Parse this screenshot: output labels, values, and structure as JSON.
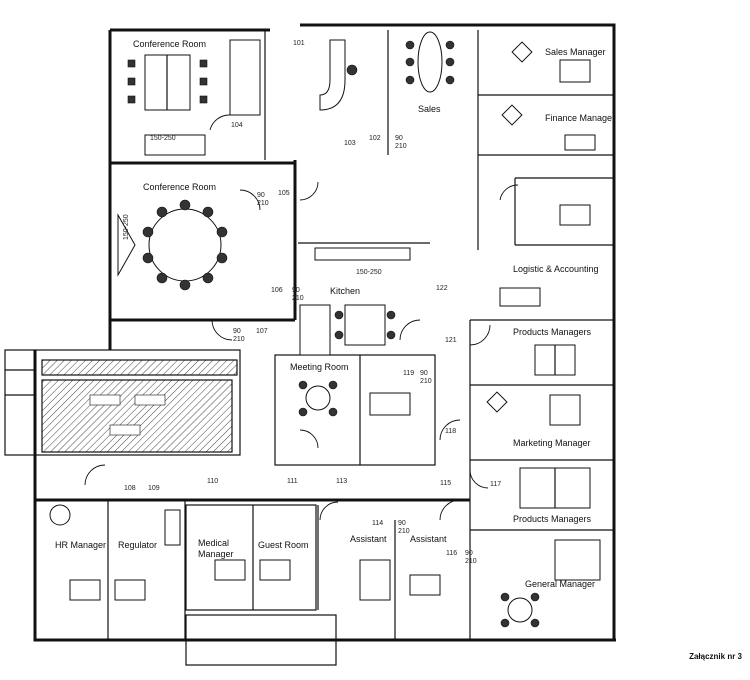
{
  "rooms": {
    "conference_room_1": "Conference Room",
    "conference_room_2": "Conference Room",
    "sales": "Sales",
    "sales_manager": "Sales Manager",
    "finance_manager": "Finance Manager",
    "logistic_accounting": "Logistic & Accounting",
    "products_managers_1": "Products Managers",
    "marketing_manager": "Marketing Manager",
    "products_managers_2": "Products Managers",
    "general_manager": "General Manager",
    "kitchen": "Kitchen",
    "meeting_room": "Meeting Room",
    "hr_manager": "HR Manager",
    "regulator": "Regulator",
    "medical_manager_1": "Medical",
    "medical_manager_2": "Manager",
    "guest_room": "Guest Room",
    "assistant_1": "Assistant",
    "assistant_2": "Assistant"
  },
  "door_labels": {
    "d150_1": "150-250",
    "d150_2": "150-250",
    "d150_3": "150-250",
    "d104": "104",
    "d105": "105",
    "d106": "106",
    "d107": "107",
    "d108": "108",
    "d109": "109",
    "d110": "110",
    "d111": "111",
    "d113": "113",
    "d114": "114",
    "d115": "115",
    "d116": "116",
    "d117": "117",
    "d118": "118",
    "d119": "119",
    "d121": "121",
    "d122": "122",
    "d101": "101",
    "d102": "102",
    "d103": "103",
    "d90": "90",
    "d210": "210"
  },
  "note": "Załącznik nr 3"
}
